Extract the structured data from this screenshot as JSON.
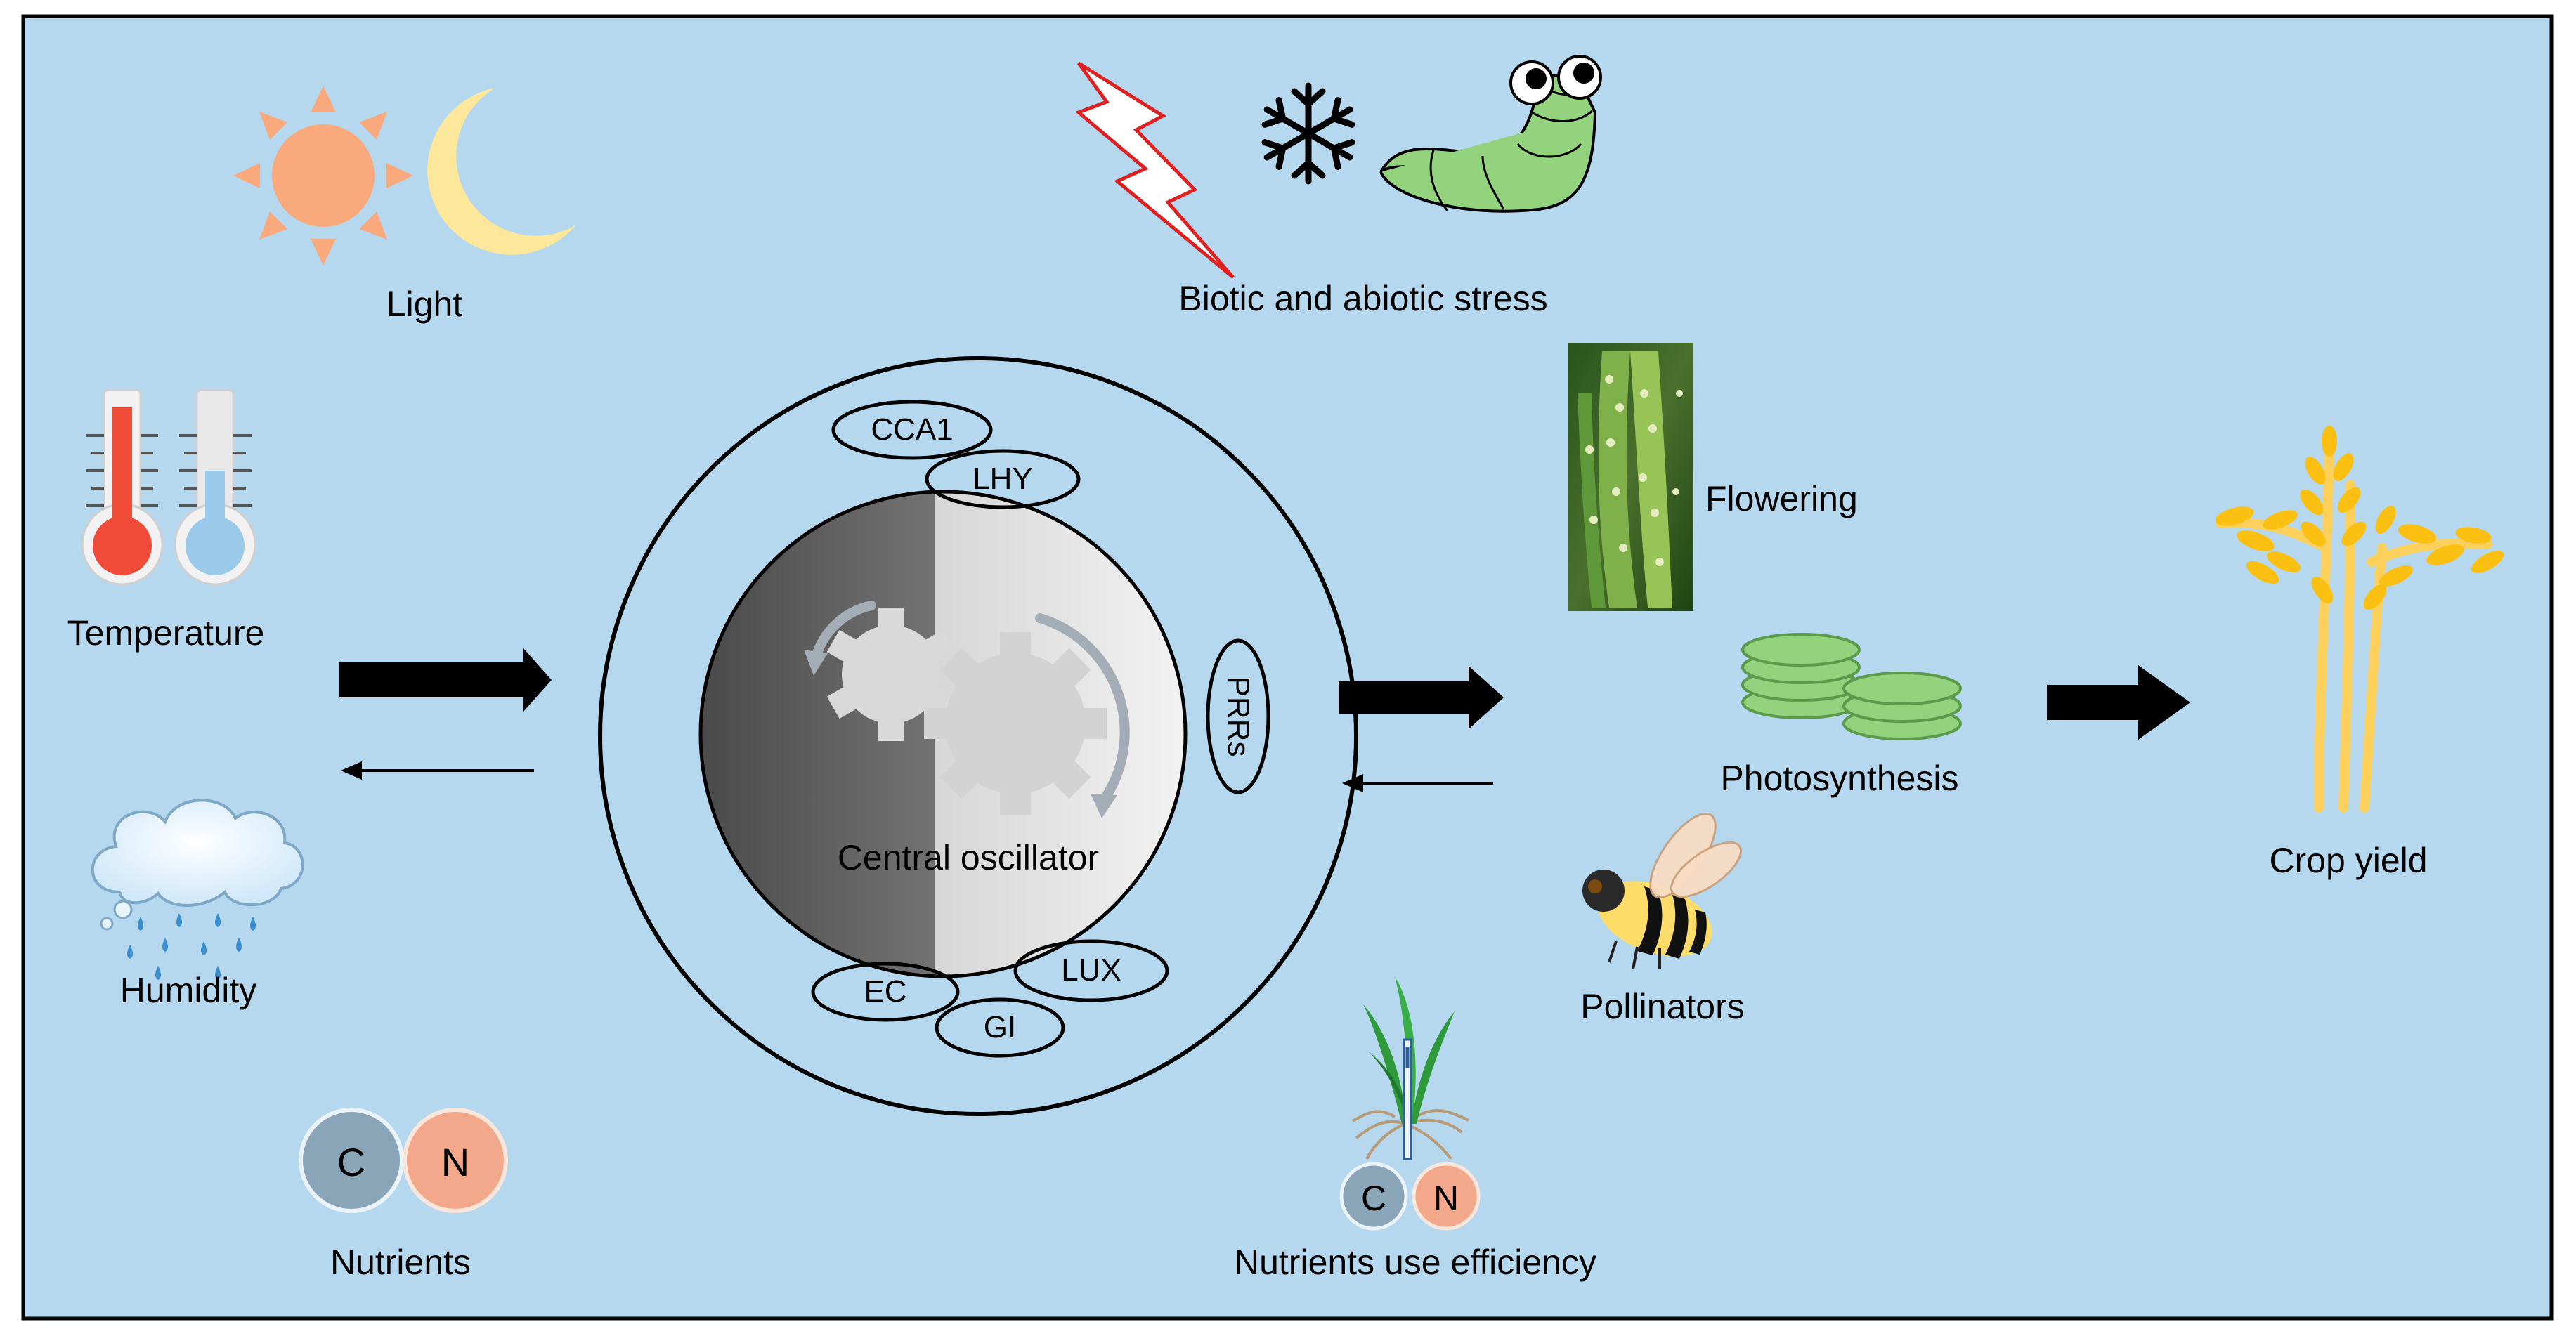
{
  "factors": {
    "light": "Light",
    "stress": "Biotic and abiotic stress",
    "temperature": "Temperature",
    "humidity": "Humidity",
    "nutrients": "Nutrients"
  },
  "clock": {
    "genes": {
      "cca1": "CCA1",
      "lhy": "LHY",
      "prrs": "PRRs",
      "ec": "EC",
      "gi": "GI",
      "lux": "LUX"
    },
    "core": "Central oscillator"
  },
  "outputs": {
    "flowering": "Flowering",
    "photosynthesis": "Photosynthesis",
    "pollinators": "Pollinators",
    "nue": "Nutrients use efficiency",
    "yield": "Crop yield"
  },
  "nutrient_symbols": {
    "c": "C",
    "n": "N"
  },
  "colors": {
    "background": "#b5d8ef",
    "sun": "#f9a97c",
    "moon": "#fde79a",
    "worm": "#93d37d",
    "leaf": "#8ccf7e",
    "crop": "#fcc012",
    "carbon": "#8aa4b8",
    "nitrogen": "#f3a88b",
    "thermo_hot": "#f04a38",
    "thermo_cold": "#9ac9ea"
  }
}
